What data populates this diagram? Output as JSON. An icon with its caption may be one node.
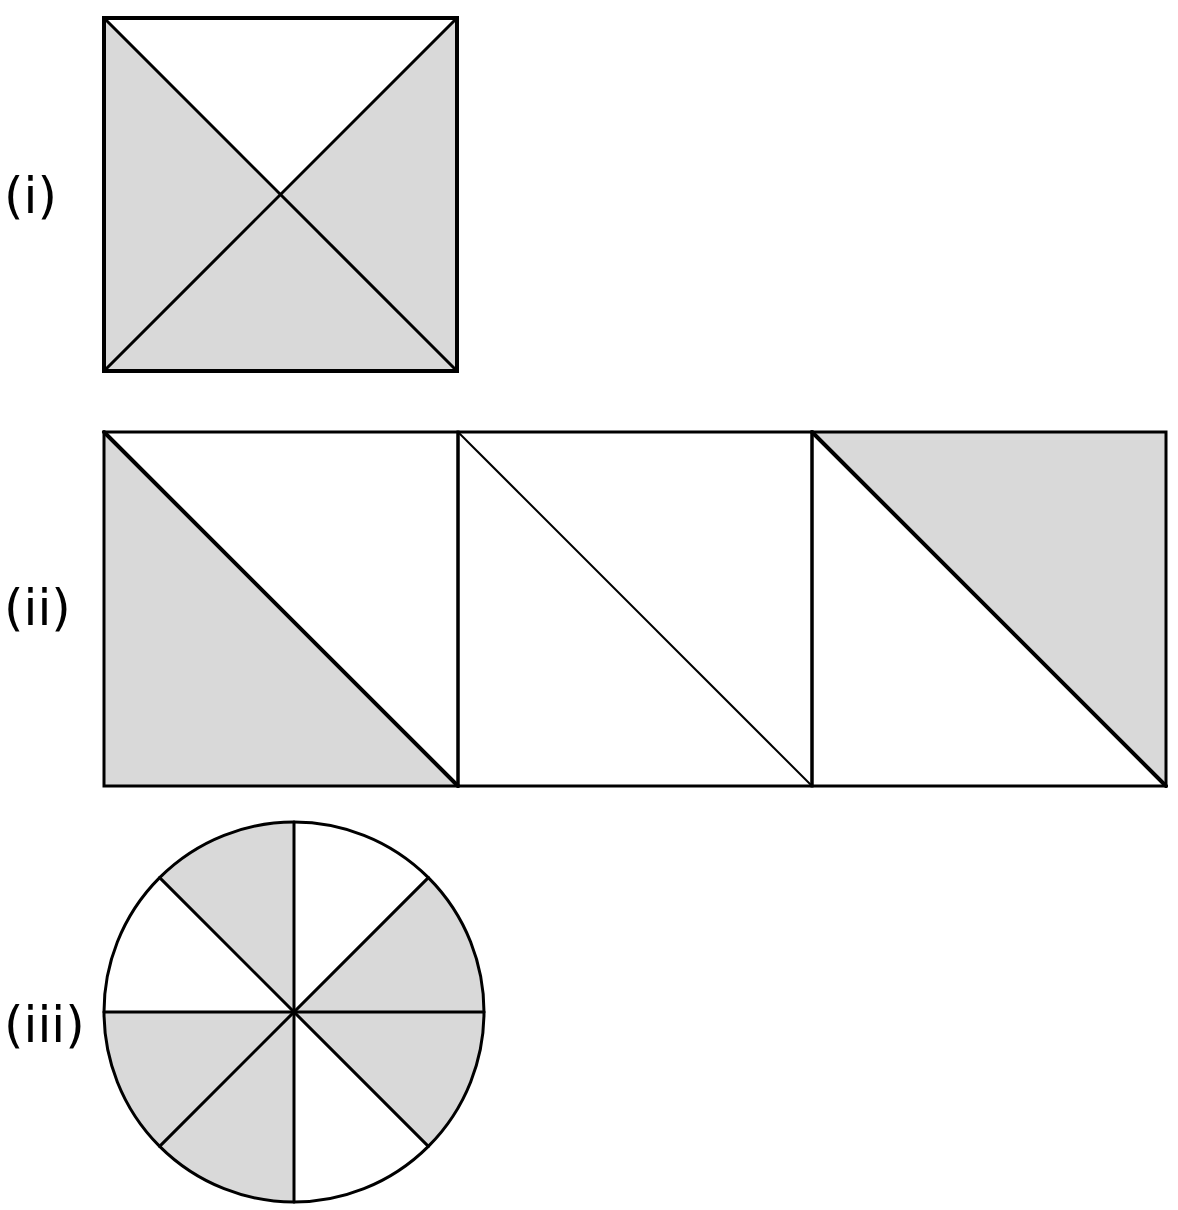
{
  "diagram": {
    "labels": [
      "(i)",
      "(ii)",
      "(iii)"
    ]
  }
}
